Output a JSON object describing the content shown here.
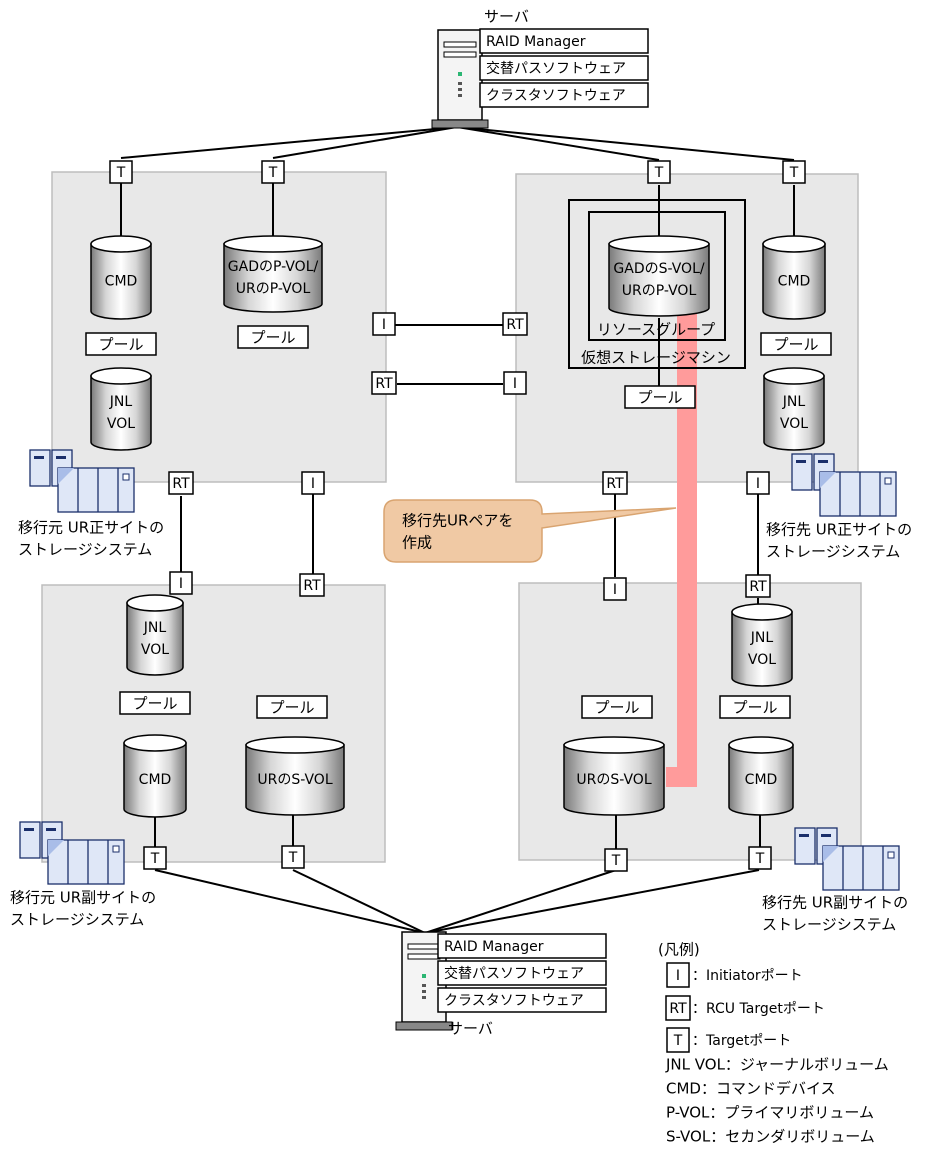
{
  "top_server": {
    "title": "サーバ",
    "software": [
      "RAID Manager",
      "交替パスソフトウェア",
      "クラスタソフトウェア"
    ]
  },
  "bottom_server": {
    "title": "サーバ",
    "software": [
      "RAID Manager",
      "交替パスソフトウェア",
      "クラスタソフトウェア"
    ]
  },
  "ports": {
    "target": "T",
    "initiator": "I",
    "rcu_target": "RT"
  },
  "volumes": {
    "cmd": "CMD",
    "jnl_vol": [
      "JNL",
      "VOL"
    ],
    "gad_pvol": [
      "GADのP-VOL/",
      "URのP-VOL"
    ],
    "gad_svol": [
      "GADのS-VOL/",
      "URのP-VOL"
    ],
    "ur_svol": "URのS-VOL",
    "pool": "プール"
  },
  "groups": {
    "resource_group": "リソースグループ",
    "virtual_storage_machine": "仮想ストレージマシン"
  },
  "storage_labels": {
    "src_primary": [
      "移行元 UR正サイトの",
      "ストレージシステム"
    ],
    "dst_primary": [
      "移行先 UR正サイトの",
      "ストレージシステム"
    ],
    "src_secondary": [
      "移行元 UR副サイトの",
      "ストレージシステム"
    ],
    "dst_secondary": [
      "移行先 UR副サイトの",
      "ストレージシステム"
    ]
  },
  "callout": [
    "移行先URペアを",
    "作成"
  ],
  "colors": {
    "site_bg": "#e8e8e8",
    "site_border": "#bdbdbd",
    "highlight": "#ff9b9b",
    "callout_fill": "#f0c9a4",
    "callout_stroke": "#d9a470",
    "storage_fill": "#dfe7f7",
    "storage_stroke": "#1b2f6b"
  },
  "legend": {
    "title": "(凡例)",
    "items": [
      {
        "symbol": "I",
        "text": "：Initiatorポート"
      },
      {
        "symbol": "RT",
        "text": "：RCU Targetポート"
      },
      {
        "symbol": "T",
        "text": "：Targetポート"
      }
    ],
    "abbreviations": [
      "JNL VOL：ジャーナルボリューム",
      "CMD：コマンドデバイス",
      "P-VOL：プライマリボリューム",
      "S-VOL：セカンダリボリューム"
    ]
  }
}
